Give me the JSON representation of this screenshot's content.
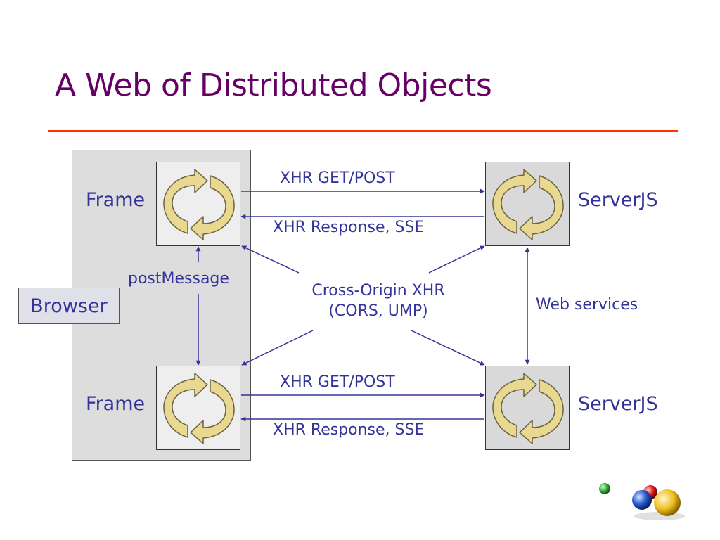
{
  "slide": {
    "title": "A Web of Distributed Objects"
  },
  "browser": {
    "label": "Browser"
  },
  "nodes": {
    "frame_top": "Frame",
    "frame_bottom": "Frame",
    "server_top": "ServerJS",
    "server_bottom": "ServerJS"
  },
  "edges": {
    "top_request": "XHR GET/POST",
    "top_response": "XHR Response, SSE",
    "bottom_request": "XHR GET/POST",
    "bottom_response": "XHR Response, SSE",
    "post_message": "postMessage",
    "web_services": "Web services",
    "cross_origin_line1": "Cross-Origin XHR",
    "cross_origin_line2": "(CORS, UMP)"
  },
  "colors": {
    "title": "#660066",
    "rule": "#ff3300",
    "text": "#333399",
    "arrow": "#333399",
    "cycle_fill": "#e8d890",
    "cycle_stroke": "#6b6240"
  },
  "icons": {
    "node": "cycle-arrows-icon",
    "logo": "colored-spheres-logo"
  }
}
